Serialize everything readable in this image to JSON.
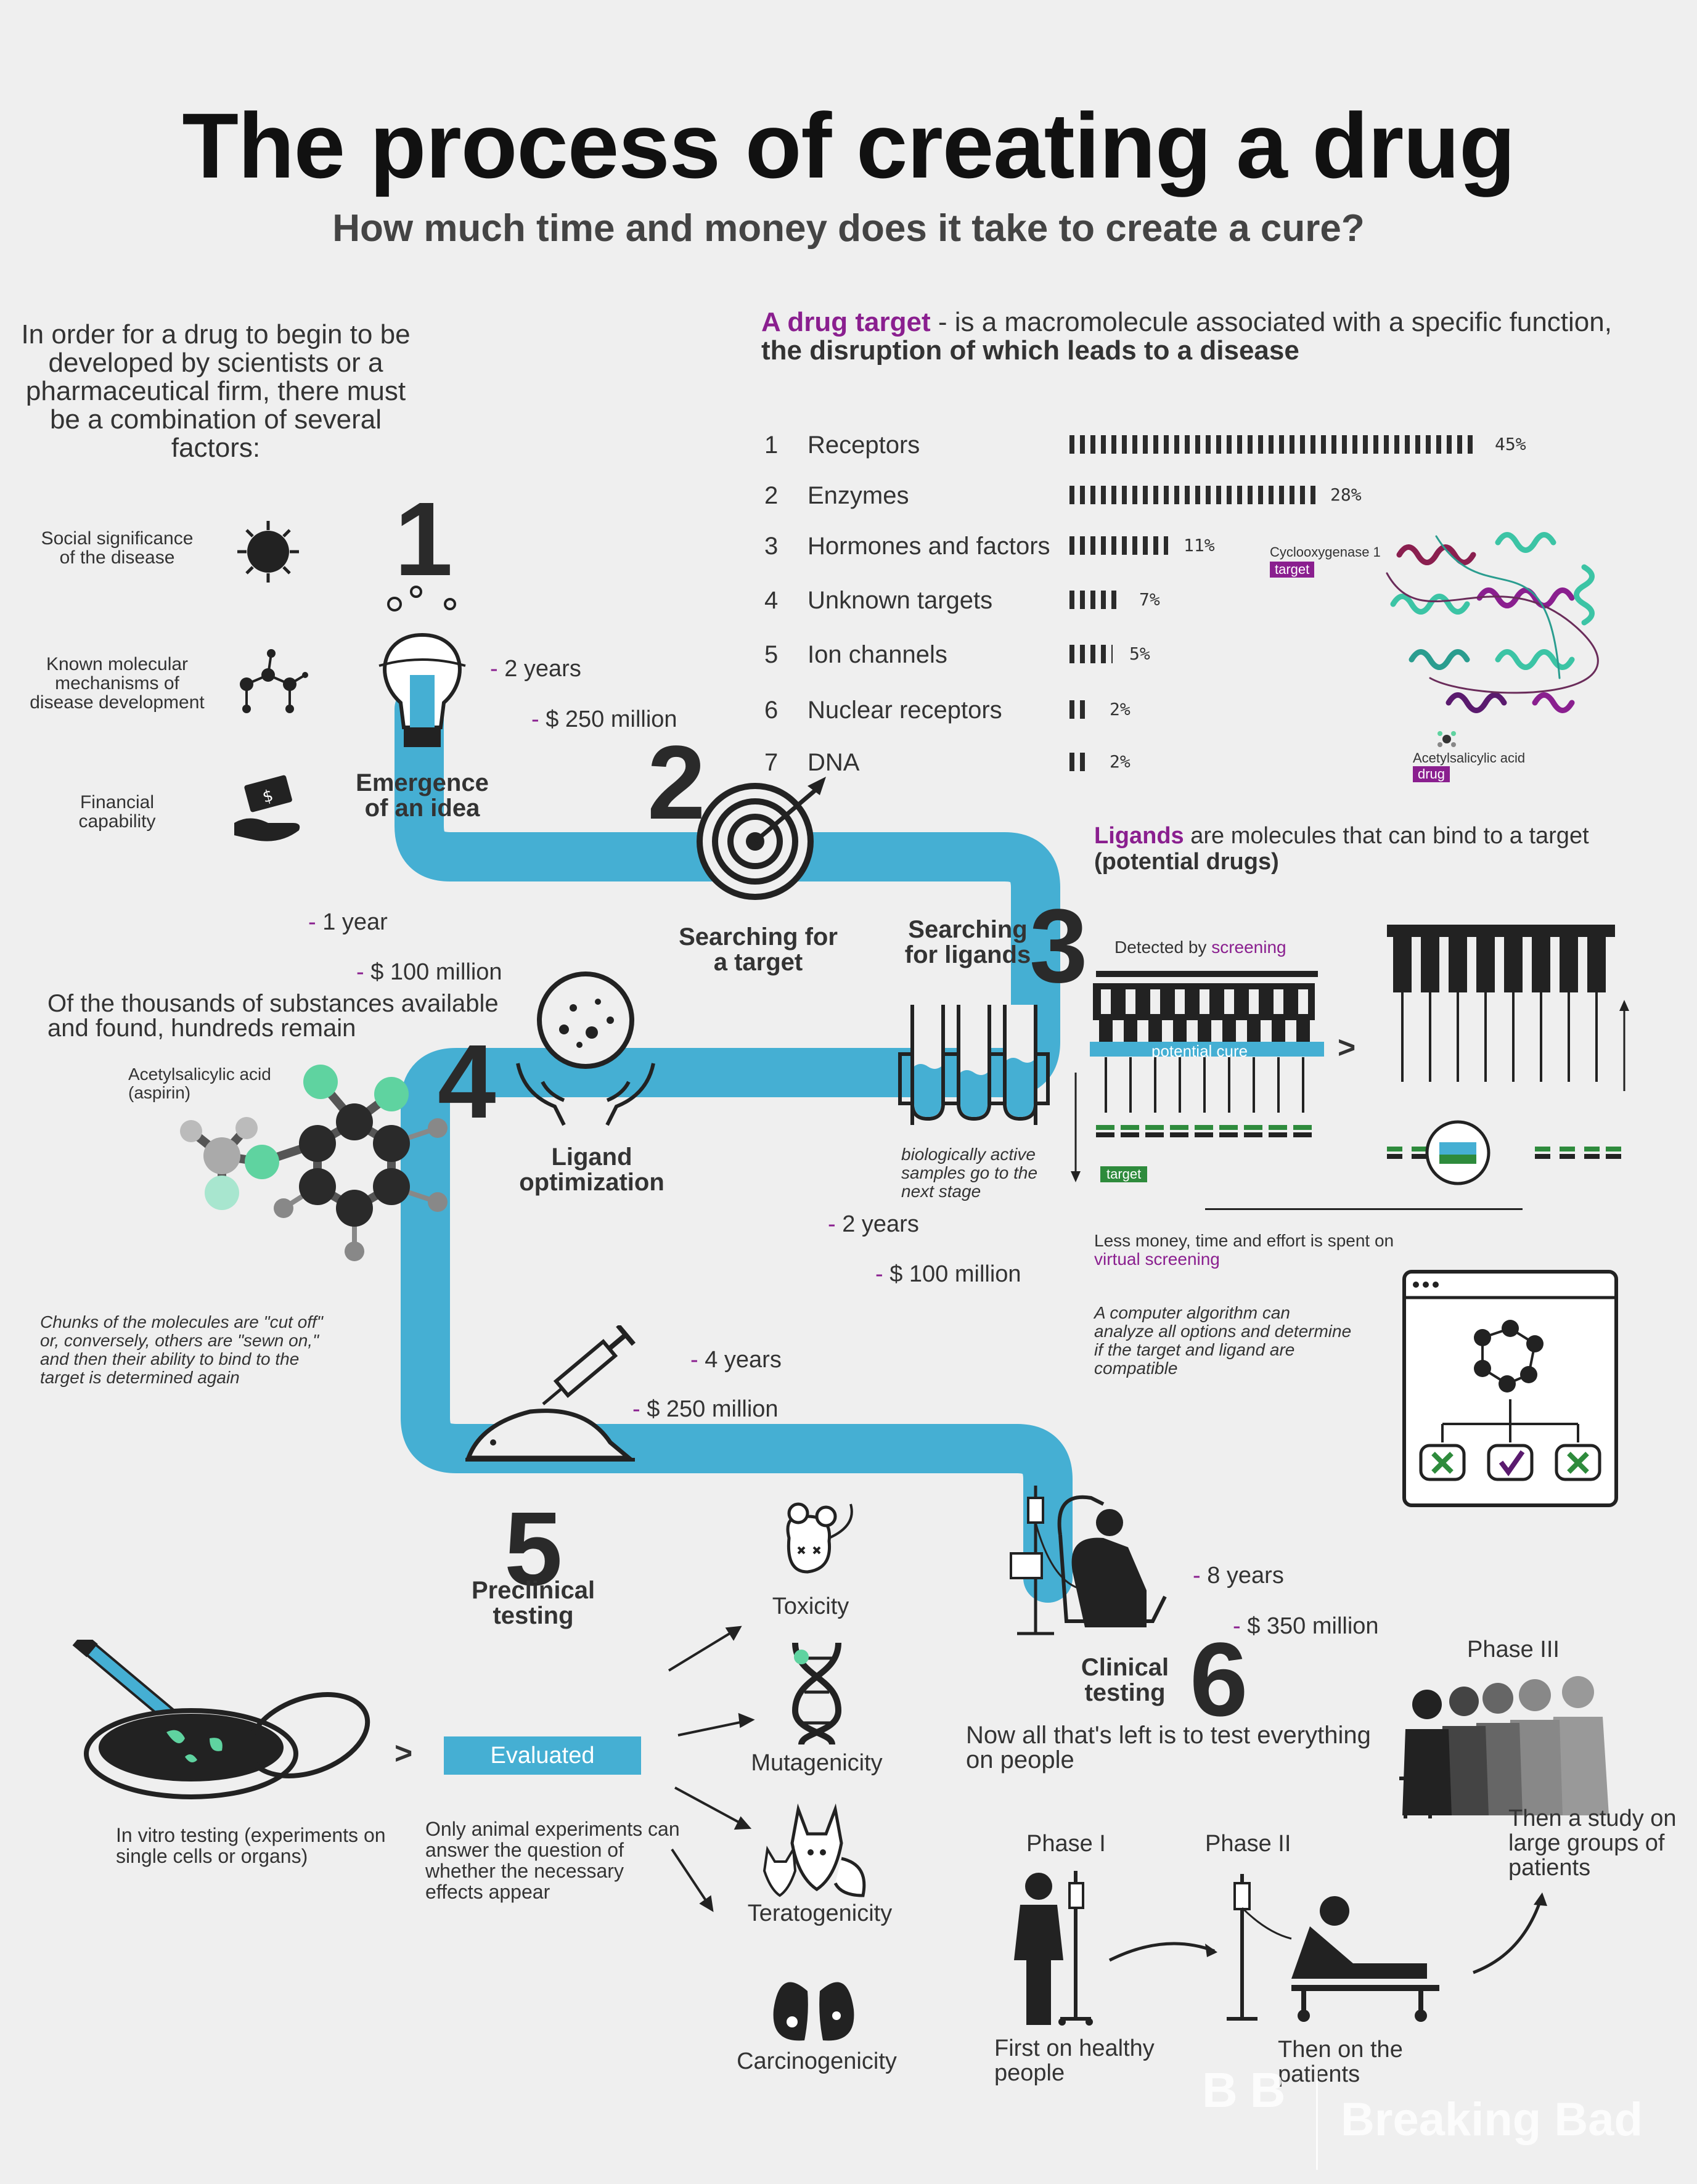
{
  "header": {
    "title": "The process of creating a drug",
    "subtitle": "How much time and money does it take to create a cure?"
  },
  "intro": {
    "text": "In order for a drug to begin to be developed by scientists or a pharmaceutical firm, there must be a combination of several factors:",
    "factors": [
      {
        "label": "Social significance of the disease",
        "icon": "virus-icon"
      },
      {
        "label": "Known molecular mechanisms of disease development",
        "icon": "molecule-icon"
      },
      {
        "label": "Financial capability",
        "icon": "money-hand-icon"
      }
    ]
  },
  "target_definition": {
    "term": "A drug target",
    "rest": " - is a macromolecule associated with a specific function,",
    "line2": "the disruption of which leads to a disease"
  },
  "targets": [
    {
      "num": "1",
      "label": "Receptors",
      "pct": "45%",
      "value": 45
    },
    {
      "num": "2",
      "label": "Enzymes",
      "pct": "28%",
      "value": 28
    },
    {
      "num": "3",
      "label": "Hormones and factors",
      "pct": "11%",
      "value": 11
    },
    {
      "num": "4",
      "label": "Unknown targets",
      "pct": "7%",
      "value": 7
    },
    {
      "num": "5",
      "label": "Ion channels",
      "pct": "5%",
      "value": 5
    },
    {
      "num": "6",
      "label": "Nuclear receptors",
      "pct": "2%",
      "value": 2
    },
    {
      "num": "7",
      "label": "DNA",
      "pct": "2%",
      "value": 2
    }
  ],
  "protein": {
    "target_name": "Cyclooxygenase 1",
    "target_tag": "target",
    "drug_name": "Acetylsalicylic acid",
    "drug_tag": "drug"
  },
  "steps": {
    "s1": {
      "num": "1",
      "label": "Emergence of an idea",
      "years": "2 years",
      "money": "$ 250 million"
    },
    "s2": {
      "num": "2",
      "label": "Searching for a target",
      "years": "1 year",
      "money": "$ 100 million"
    },
    "s3": {
      "num": "3",
      "label": "Searching for ligands",
      "years": "2 years",
      "money": "$ 100 million"
    },
    "s4": {
      "num": "4",
      "label": "Ligand optimization",
      "years": "4 years",
      "money": "$ 250 million"
    },
    "s5": {
      "num": "5",
      "label": "Preclinical testing"
    },
    "s6": {
      "num": "6",
      "label": "Clinical testing",
      "years": "8 years",
      "money": "$ 350 million"
    }
  },
  "dash": "- ",
  "ligands": {
    "term": "Ligands",
    "rest": " are molecules that can bind to a target",
    "line2": "(potential drugs)",
    "detected_prefix": "Detected by ",
    "detected_word": "screening",
    "potential_cure": "potential cure",
    "target_tag": "target",
    "bio_note": "biologically active samples go to the next stage",
    "virtual_prefix": "Less money, time and effort is spent on",
    "virtual_word": "virtual screening",
    "algorithm_note": "A computer algorithm can analyze all options and determine if the target and ligand are compatible",
    "arrow": ">"
  },
  "optimization": {
    "remain_note": "Of the thousands of substances available and found, hundreds remain",
    "molecule_name": "Acetylsalicylic acid",
    "molecule_alt": "(aspirin)",
    "chunks_note": "Chunks of the molecules are \"cut off\" or, conversely, others are \"sewn on,\" and then their ability to bind to the target is determined again"
  },
  "preclinical": {
    "in_vitro": "In vitro testing (experiments on single cells or organs)",
    "evaluated": "Evaluated",
    "arrow": ">",
    "animal_note": "Only animal experiments can answer the question of whether the necessary effects appear",
    "effects": [
      "Toxicity",
      "Mutagenicity",
      "Teratogenicity",
      "Carcinogenicity"
    ]
  },
  "clinical": {
    "intro": "Now all that's left is to test everything on people",
    "phase1": "Phase I",
    "phase1_desc": "First on healthy people",
    "phase2": "Phase II",
    "phase2_desc": "Then on the patients",
    "phase3": "Phase III",
    "phase3_desc": "Then a study on large groups of patients"
  },
  "brand": {
    "name": "Breaking Bad",
    "logo": "BB"
  },
  "colors": {
    "pipe": "#45afd3",
    "accent": "#8a1f8f",
    "green": "#2e8b3c",
    "mint": "#5fd3a0"
  }
}
